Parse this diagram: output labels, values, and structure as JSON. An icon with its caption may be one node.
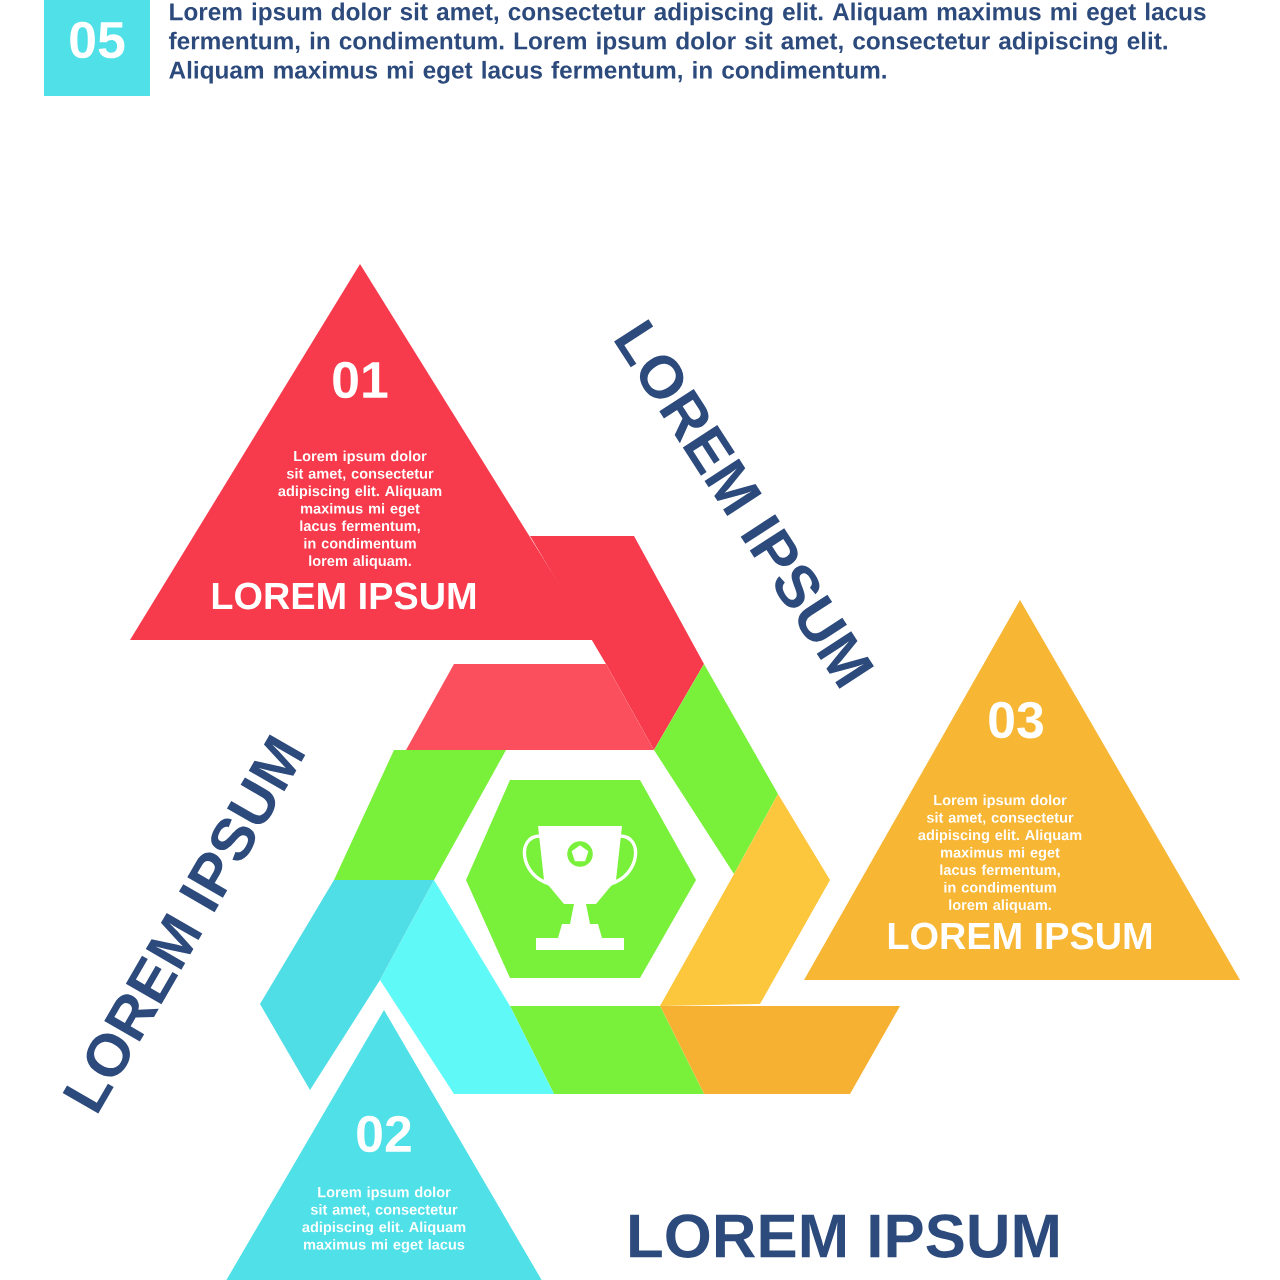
{
  "diagram": {
    "nodes": [
      {
        "text": [
          "05"
        ],
        "beside": [
          "Lorem ipsum dolor sit amet, consectetur adipiscing elit. Aliquam maximus mi eget lacus fermentum, in condimentum. Lorem ipsum dolor sit amet, consectetur adipiscing elit. Aliquam maximus mi eget lacus fermentum, in condimentum."
        ]
      },
      {
        "text": [
          "01",
          "Lorem ipsum dolor sit amet, consectetur adipiscing elit. Aliquam maximus mi eget lacus fermentum,  in condimentum lorem aliquam.",
          "LOREM IPSUM"
        ]
      },
      {
        "text": [
          "03",
          "Lorem ipsum dolor sit amet, consectetur adipiscing elit. Aliquam maximus mi eget lacus fermentum,  in condimentum lorem aliquam.",
          "LOREM IPSUM"
        ]
      },
      {
        "text": [
          "02",
          "Lorem ipsum dolor sit amet, consectetur adipiscing elit. Aliquam maximus mi eget lacus"
        ]
      }
    ],
    "labels": [
      "LOREM IPSUM",
      "LOREM IPSUM",
      "LOREM IPSUM"
    ]
  }
}
